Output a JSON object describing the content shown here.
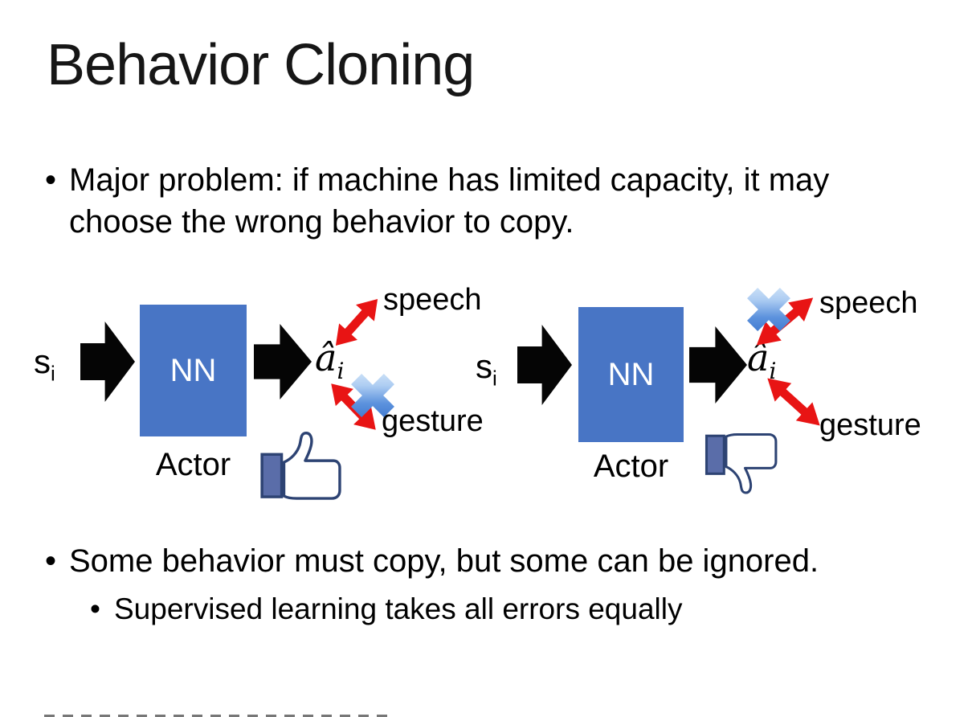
{
  "slide": {
    "title": "Behavior Cloning",
    "bullet1": {
      "marker": "•",
      "text": "Major problem: if machine has limited capacity, it may choose the wrong behavior to copy."
    },
    "bullet2": {
      "marker": "•",
      "text": "Some behavior must copy, but some can be ignored."
    },
    "bullet2_sub": {
      "marker": "•",
      "text": "Supervised learning takes all errors equally"
    },
    "diagram_left": {
      "input_base": "s",
      "input_subscript": "i",
      "nn_label": "NN",
      "actor_label": "Actor",
      "output_base": "â",
      "output_subscript": "i",
      "speech_label": "speech",
      "gesture_label": "gesture",
      "crossed_branch": "gesture",
      "feedback_icon": "thumbs-up"
    },
    "diagram_right": {
      "input_base": "s",
      "input_subscript": "i",
      "nn_label": "NN",
      "actor_label": "Actor",
      "output_base": "â",
      "output_subscript": "i",
      "speech_label": "speech",
      "gesture_label": "gesture",
      "crossed_branch": "speech",
      "feedback_icon": "thumbs-down"
    },
    "colors": {
      "background": "#FFFFFF",
      "text": "#000000",
      "nn_box": "#4875C5",
      "arrow_black": "#050505",
      "arrow_red": "#E81414",
      "cross_blue": "#2F6BC8",
      "thumb_navy": "#2D4373",
      "thumb_sleeve": "#5A6DA9"
    }
  }
}
